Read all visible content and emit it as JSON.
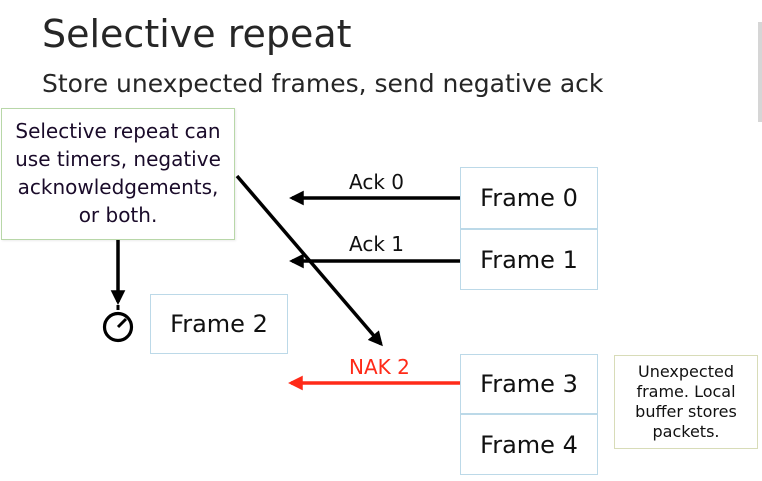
{
  "slide": {
    "title": "Selective repeat",
    "subtitle": "Store unexpected frames, send negative ack"
  },
  "callout": {
    "text": "Selective repeat can use timers, negative acknowledgements, or both."
  },
  "frames": {
    "frame0": "Frame 0",
    "frame1": "Frame 1",
    "frame2": "Frame 2",
    "frame3": "Frame 3",
    "frame4": "Frame 4"
  },
  "acks": {
    "ack0": "Ack 0",
    "ack1": "Ack 1",
    "nak2": "NAK 2"
  },
  "note": {
    "text": "Unexpected frame. Local buffer stores packets."
  },
  "icons": {
    "timer": "timer-icon"
  },
  "colors": {
    "nak": "#ff2a18",
    "arrow": "#000000"
  }
}
